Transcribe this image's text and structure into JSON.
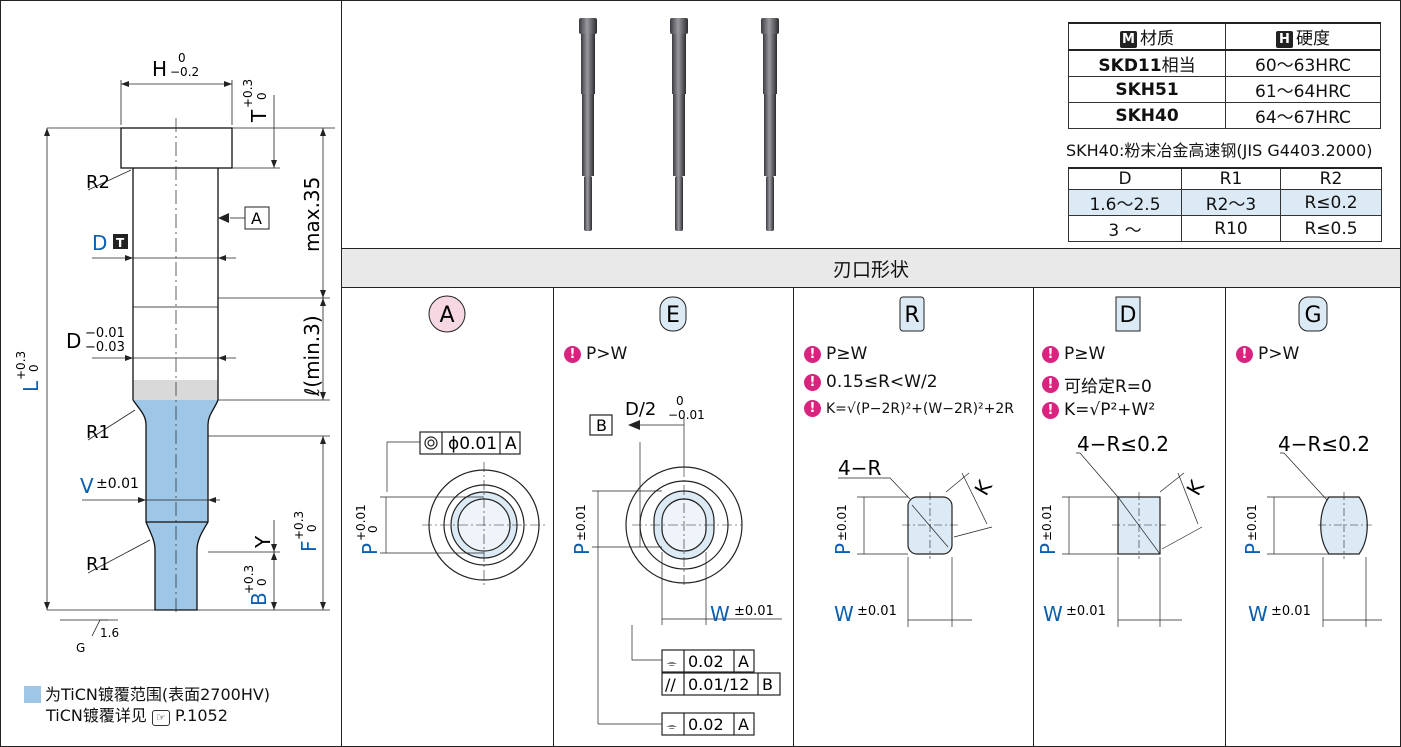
{
  "materials": {
    "header_material": "材质",
    "header_hardness": "硬度",
    "mark_m": "M",
    "mark_h": "H",
    "rows": [
      {
        "material": "SKD11",
        "suffix": "相当",
        "hardness": "60～63HRC"
      },
      {
        "material": "SKH51",
        "suffix": "",
        "hardness": "61～64HRC"
      },
      {
        "material": "SKH40",
        "suffix": "",
        "hardness": "64～67HRC"
      }
    ],
    "note": "SKH40:粉末冶金高速钢(JIS G4403.2000)"
  },
  "radius_table": {
    "headers": [
      "D",
      "R1",
      "R2"
    ],
    "rows": [
      [
        "1.6～2.5",
        "R2～3",
        "R≤0.2"
      ],
      [
        "3 ～",
        "R10",
        "R≤0.5"
      ]
    ]
  },
  "section_title": "刃口形状",
  "shapes": [
    {
      "letter": "A",
      "conditions": []
    },
    {
      "letter": "E",
      "conditions": [
        "P>W"
      ]
    },
    {
      "letter": "R",
      "conditions": [
        "P≥W",
        "0.15≤R<W/2",
        "K=√(P−2R)²+(W−2R)²+2R"
      ]
    },
    {
      "letter": "D",
      "conditions": [
        "P≥W",
        "可给定R=0",
        "K=√P²+W²"
      ]
    },
    {
      "letter": "G",
      "conditions": [
        "P>W"
      ]
    }
  ],
  "dims": {
    "H": "H",
    "H_tol_up": "0",
    "H_tol_low": "−0.2",
    "T": "T",
    "T_tol_up": "+0.3",
    "T_tol_low": "0",
    "R2": "R2",
    "A_ref": "A",
    "D": "D",
    "D_mark": "T",
    "max35": "max.35",
    "D_small": "D",
    "D_tol_up": "−0.01",
    "D_tol_low": "−0.03",
    "l_min": "ℓ(min.3)",
    "L": "L",
    "L_tol_up": "+0.3",
    "L_tol_low": "0",
    "R1a": "R1",
    "V": "V",
    "V_tol": "±0.01",
    "F": "F",
    "F_tol_up": "+0.3",
    "F_tol_low": "0",
    "Y": "Y",
    "R1b": "R1",
    "B": "B",
    "B_tol_up": "+0.3",
    "B_tol_low": "0",
    "G": "G",
    "roughness": "1.6"
  },
  "shape_dims": {
    "P": "P",
    "P_tol": "±0.01",
    "P_tol_up": "+0.01",
    "P_tol_low": "0",
    "W": "W",
    "W_tol": "±0.01",
    "concentric": "ϕ0.01",
    "datum_A": "A",
    "datum_B": "B",
    "D2": "D/2",
    "D2_tol_up": "0",
    "D2_tol_low": "−0.01",
    "sym1": "0.02",
    "par": "0.01/12",
    "sym2": "0.02",
    "r4": "4−R",
    "r4_note": "4−R≤0.2",
    "K": "K"
  },
  "legend": {
    "line1": "为TiCN镀覆范围(表面2700HV)",
    "line2_prefix": "TiCN镀覆详见",
    "line2_ref": "P.1052"
  },
  "colors": {
    "coating": "#9ec6e6",
    "blue_text": "#0a5fb0",
    "pink": "#d9247f",
    "gray_band": "#d9d9d9"
  }
}
